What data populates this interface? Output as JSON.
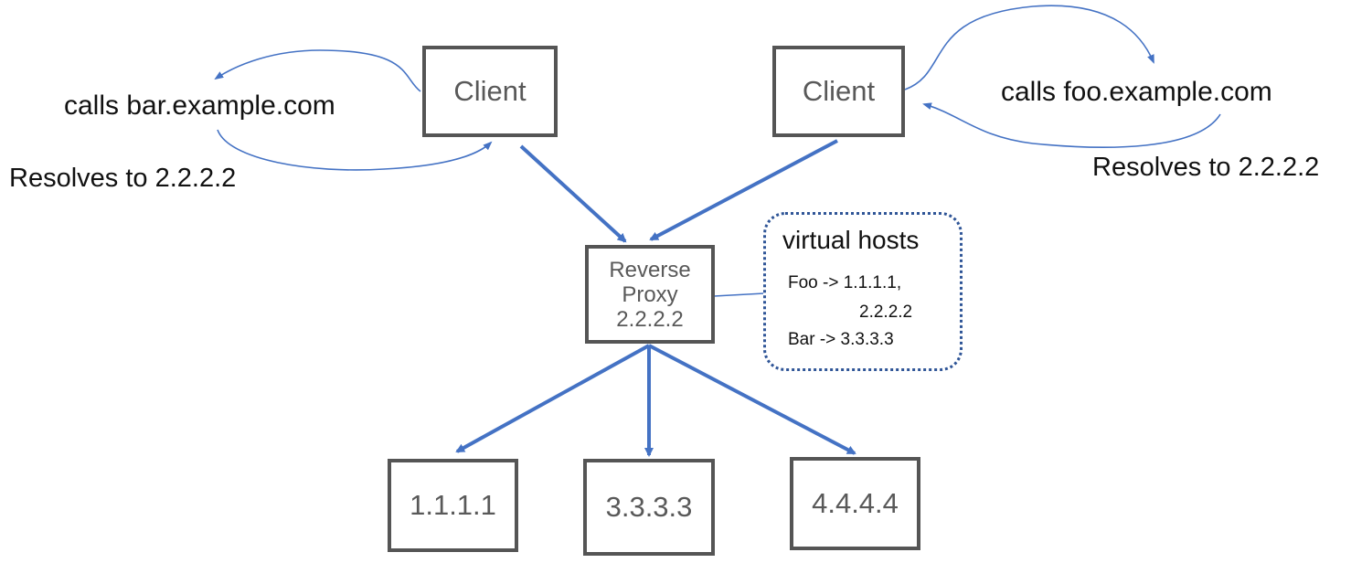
{
  "diagram": {
    "clients": [
      {
        "id": "client-left",
        "label": "Client"
      },
      {
        "id": "client-right",
        "label": "Client"
      }
    ],
    "calls": {
      "left": {
        "call": "calls bar.example.com",
        "resolves": "Resolves to 2.2.2.2"
      },
      "right": {
        "call": "calls foo.example.com",
        "resolves": "Resolves to 2.2.2.2"
      }
    },
    "proxy": {
      "lines": [
        "Reverse",
        "Proxy",
        "2.2.2.2"
      ]
    },
    "virtual_hosts": {
      "title": "virtual hosts",
      "foo_line_1": "Foo -> 1.1.1.1,",
      "foo_line_2": "2.2.2.2",
      "bar_line": "Bar ->  3.3.3.3"
    },
    "servers": [
      {
        "label": "1.1.1.1"
      },
      {
        "label": "3.3.3.3"
      },
      {
        "label": "4.4.4.4"
      }
    ],
    "colors": {
      "arrow": "#4472c4",
      "box_border": "#555555",
      "box_text": "#595959",
      "vhost_border": "#2f5597"
    }
  }
}
